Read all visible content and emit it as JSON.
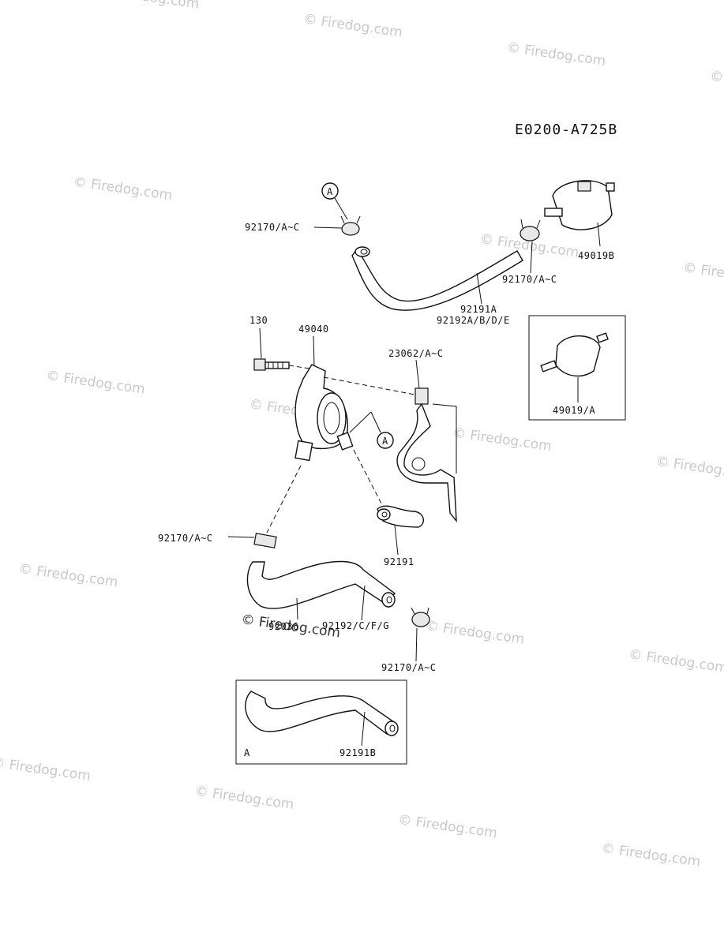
{
  "diagram_code": "E0200-A725B",
  "watermark_text": "© Firedog.com",
  "callouts": {
    "clamp_top_left": "92170/A~C",
    "clamp_top_right": "92170/A~C",
    "filter_top": "49019B",
    "hose_top_a": "92191A",
    "hose_top_b": "92192A/B/D/E",
    "bolt": "130",
    "pump": "49040",
    "bracket": "23062/A~C",
    "filter_inset": "49019/A",
    "clamp_mid_left": "92170/A~C",
    "hose_small": "92191",
    "hose_mid_part": "92036",
    "hose_mid": "92192/C/F/G",
    "clamp_bottom": "92170/A~C",
    "hose_inset": "92191B"
  },
  "ref_markers": {
    "top": "A",
    "pump": "A",
    "inset_letter": "A"
  }
}
